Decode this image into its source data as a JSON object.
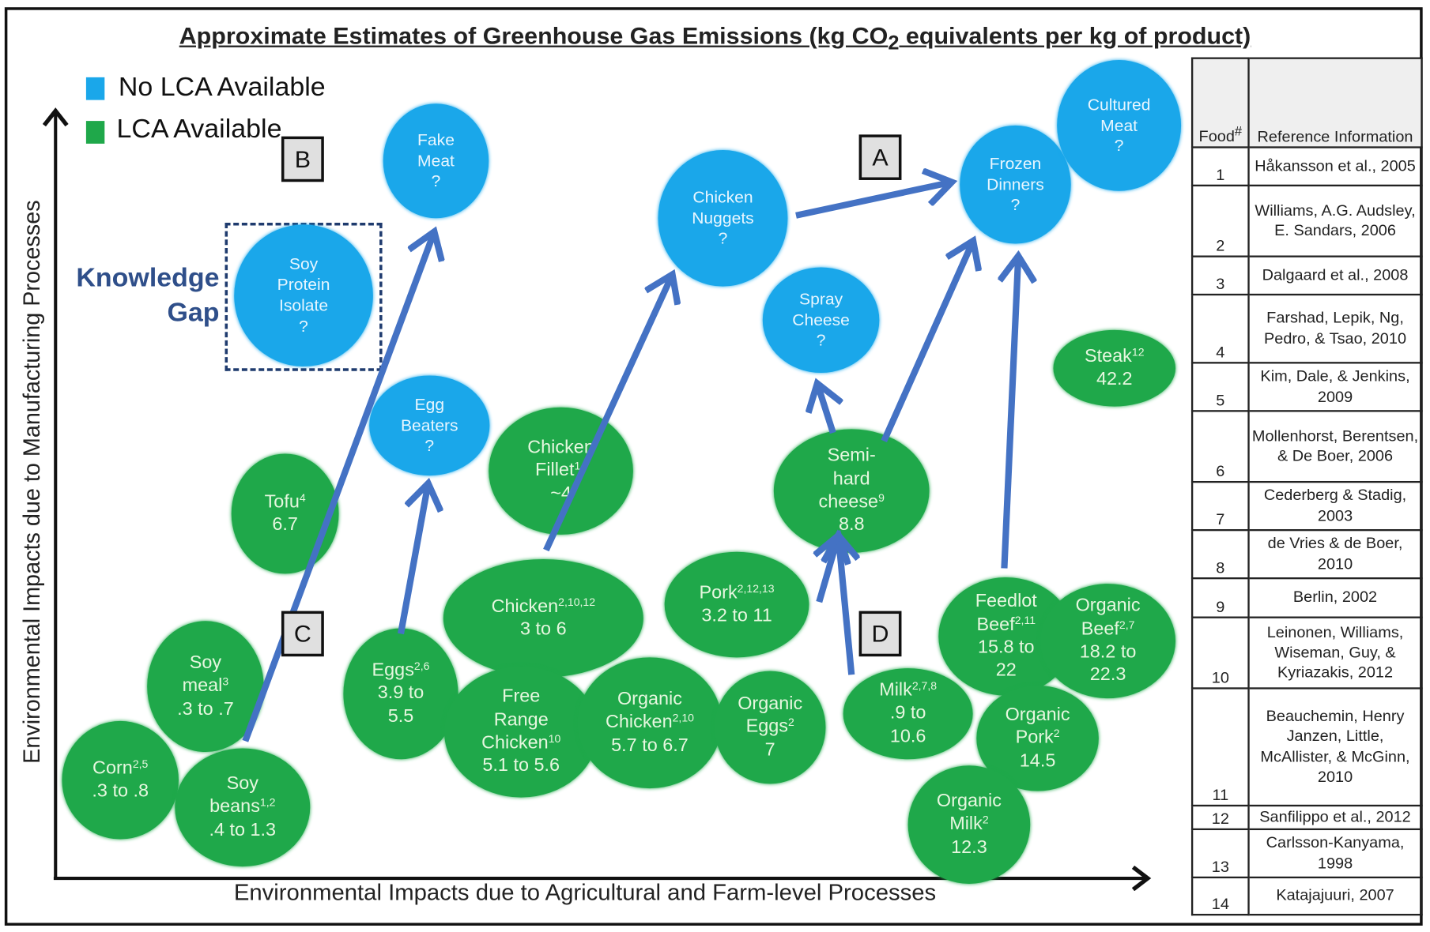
{
  "title": {
    "pre": "Approximate Estimates of Greenhouse Gas Emissions (kg CO",
    "sub": "2",
    "post": " equivalents per kg of product)"
  },
  "legend": [
    {
      "label": "No LCA Available",
      "color": "#1aa7ea"
    },
    {
      "label": "LCA Available",
      "color": "#1fa84a"
    }
  ],
  "axes": {
    "y_label": "Environmental Impacts due to Manufacturing Processes",
    "x_label": "Environmental Impacts due to Agricultural and Farm-level Processes"
  },
  "knowledge_gap": {
    "line1": "Knowledge",
    "line2": "Gap"
  },
  "letters": [
    "A",
    "B",
    "C",
    "D"
  ],
  "arrow_color": "#4472c4",
  "bubbles": [
    {
      "id": "fake-meat",
      "lca": false,
      "lines": [
        {
          "t": "Fake"
        },
        {
          "t": "Meat"
        },
        {
          "t": "?"
        }
      ]
    },
    {
      "id": "soy-protein-isolate",
      "lca": false,
      "lines": [
        {
          "t": "Soy"
        },
        {
          "t": "Protein"
        },
        {
          "t": "Isolate"
        },
        {
          "t": "?"
        }
      ]
    },
    {
      "id": "egg-beaters",
      "lca": false,
      "lines": [
        {
          "t": "Egg"
        },
        {
          "t": "Beaters"
        },
        {
          "t": "?"
        }
      ]
    },
    {
      "id": "chicken-nuggets",
      "lca": false,
      "lines": [
        {
          "t": "Chicken"
        },
        {
          "t": "Nuggets"
        },
        {
          "t": "?"
        }
      ]
    },
    {
      "id": "spray-cheese",
      "lca": false,
      "lines": [
        {
          "t": "Spray"
        },
        {
          "t": "Cheese"
        },
        {
          "t": "?"
        }
      ]
    },
    {
      "id": "frozen-dinners",
      "lca": false,
      "lines": [
        {
          "t": "Frozen"
        },
        {
          "t": "Dinners"
        },
        {
          "t": "?"
        }
      ]
    },
    {
      "id": "cultured-meat",
      "lca": false,
      "lines": [
        {
          "t": "Cultured"
        },
        {
          "t": "Meat"
        },
        {
          "t": "?"
        }
      ]
    },
    {
      "id": "steak",
      "lca": true,
      "lines": [
        {
          "t": "Steak",
          "s": "12"
        },
        {
          "t": "42.2"
        }
      ]
    },
    {
      "id": "tofu",
      "lca": true,
      "lines": [
        {
          "t": "Tofu",
          "s": "4"
        },
        {
          "t": "6.7"
        }
      ]
    },
    {
      "id": "chicken-fillet",
      "lca": true,
      "lines": [
        {
          "t": "Chicken"
        },
        {
          "t": "Fillet",
          "s": "14"
        },
        {
          "t": "~4"
        }
      ]
    },
    {
      "id": "semi-hard-cheese",
      "lca": true,
      "lines": [
        {
          "t": "Semi-"
        },
        {
          "t": "hard"
        },
        {
          "t": "cheese",
          "s": "9"
        },
        {
          "t": "8.8"
        }
      ]
    },
    {
      "id": "chicken",
      "lca": true,
      "lines": [
        {
          "t": "Chicken",
          "s": "2,10,12"
        },
        {
          "t": "3 to 6"
        }
      ]
    },
    {
      "id": "pork",
      "lca": true,
      "lines": [
        {
          "t": "Pork",
          "s": "2,12,13"
        },
        {
          "t": "3.2 to 11"
        }
      ]
    },
    {
      "id": "soy-meal",
      "lca": true,
      "lines": [
        {
          "t": "Soy"
        },
        {
          "t": "meal",
          "s": "3"
        },
        {
          "t": ".3 to .7"
        }
      ]
    },
    {
      "id": "corn",
      "lca": true,
      "lines": [
        {
          "t": "Corn",
          "s": "2,5"
        },
        {
          "t": ".3 to .8"
        }
      ]
    },
    {
      "id": "soy-beans",
      "lca": true,
      "lines": [
        {
          "t": "Soy"
        },
        {
          "t": "beans",
          "s": "1,2"
        },
        {
          "t": ".4 to 1.3"
        }
      ]
    },
    {
      "id": "eggs",
      "lca": true,
      "lines": [
        {
          "t": "Eggs",
          "s": "2,6"
        },
        {
          "t": "3.9 to"
        },
        {
          "t": "5.5"
        }
      ]
    },
    {
      "id": "free-range-chicken",
      "lca": true,
      "lines": [
        {
          "t": "Free"
        },
        {
          "t": "Range"
        },
        {
          "t": "Chicken",
          "s": "10"
        },
        {
          "t": "5.1 to 5.6"
        }
      ]
    },
    {
      "id": "organic-chicken",
      "lca": true,
      "lines": [
        {
          "t": "Organic"
        },
        {
          "t": "Chicken",
          "s": "2,10"
        },
        {
          "t": "5.7 to 6.7"
        }
      ]
    },
    {
      "id": "organic-eggs",
      "lca": true,
      "lines": [
        {
          "t": "Organic"
        },
        {
          "t": "Eggs",
          "s": "2"
        },
        {
          "t": "7"
        }
      ]
    },
    {
      "id": "milk",
      "lca": true,
      "lines": [
        {
          "t": "Milk",
          "s": "2,7,8"
        },
        {
          "t": ".9 to"
        },
        {
          "t": "10.6"
        }
      ]
    },
    {
      "id": "feedlot-beef",
      "lca": true,
      "lines": [
        {
          "t": "Feedlot"
        },
        {
          "t": "Beef",
          "s": "2,11"
        },
        {
          "t": "15.8 to"
        },
        {
          "t": "22"
        }
      ]
    },
    {
      "id": "organic-beef",
      "lca": true,
      "lines": [
        {
          "t": "Organic"
        },
        {
          "t": "Beef",
          "s": "2,7"
        },
        {
          "t": "18.2 to"
        },
        {
          "t": "22.3"
        }
      ]
    },
    {
      "id": "organic-pork",
      "lca": true,
      "lines": [
        {
          "t": "Organic"
        },
        {
          "t": "Pork",
          "s": "2"
        },
        {
          "t": "14.5"
        }
      ]
    },
    {
      "id": "organic-milk",
      "lca": true,
      "lines": [
        {
          "t": "Organic"
        },
        {
          "t": "Milk",
          "s": "2"
        },
        {
          "t": "12.3"
        }
      ]
    }
  ],
  "table": {
    "header_food": "Food",
    "header_food_sup": "#",
    "header_ref": "Reference Information",
    "rows": [
      {
        "n": "1",
        "ref": "Håkansson et al., 2005"
      },
      {
        "n": "2",
        "ref": "Williams, A.G. Audsley, E. Sandars, 2006"
      },
      {
        "n": "3",
        "ref": "Dalgaard et al., 2008"
      },
      {
        "n": "4",
        "ref": "Farshad, Lepik, Ng, Pedro, & Tsao, 2010"
      },
      {
        "n": "5",
        "ref": "Kim, Dale, & Jenkins, 2009"
      },
      {
        "n": "6",
        "ref": "Mollenhorst, Berentsen, & De Boer, 2006"
      },
      {
        "n": "7",
        "ref": "Cederberg & Stadig, 2003"
      },
      {
        "n": "8",
        "ref": "de Vries & de Boer, 2010"
      },
      {
        "n": "9",
        "ref": "Berlin, 2002"
      },
      {
        "n": "10",
        "ref": "Leinonen, Williams, Wiseman, Guy, & Kyriazakis, 2012"
      },
      {
        "n": "11",
        "ref": "Beauchemin, Henry Janzen, Little, McAllister, & McGinn, 2010"
      },
      {
        "n": "12",
        "ref": "Sanfilippo et al., 2012"
      },
      {
        "n": "13",
        "ref": "Carlsson-Kanyama, 1998"
      },
      {
        "n": "14",
        "ref": "Katajajuuri, 2007"
      }
    ]
  }
}
